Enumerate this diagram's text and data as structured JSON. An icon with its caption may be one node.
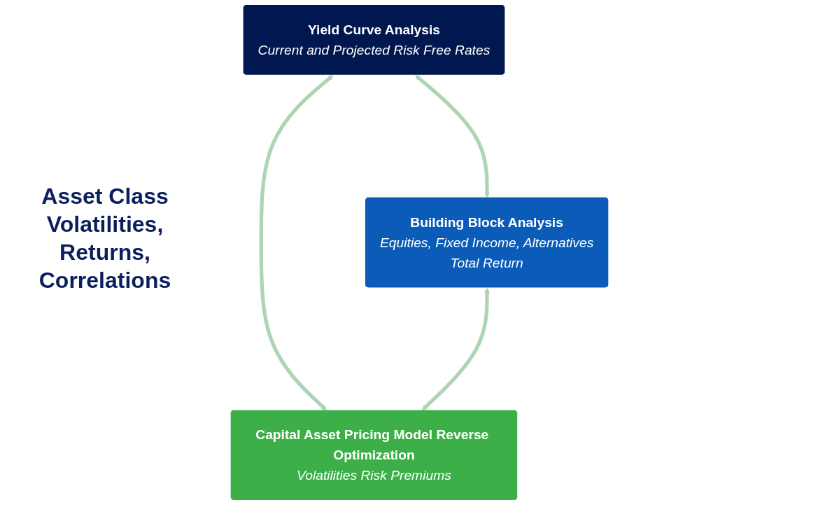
{
  "diagram": {
    "nodes": [
      {
        "text": [
          "Yield Curve Analysis",
          "Current and Projected Risk Free Rates"
        ]
      },
      {
        "text": [
          "Building Block Analysis",
          "Equities, Fixed Income, Alternatives",
          "Total Return"
        ]
      },
      {
        "text": [
          "Capital Asset Pricing Model Reverse Optimization",
          "Volatilities Risk Premiums"
        ]
      }
    ],
    "edges": [
      {
        "from": 0,
        "to": 1,
        "arrow": "both"
      },
      {
        "from": 0,
        "to": 2,
        "arrow": "both"
      },
      {
        "from": 1,
        "to": 2,
        "arrow": "both"
      }
    ],
    "labels": [
      "Asset Class Volatilities, Returns, Correlations"
    ]
  }
}
